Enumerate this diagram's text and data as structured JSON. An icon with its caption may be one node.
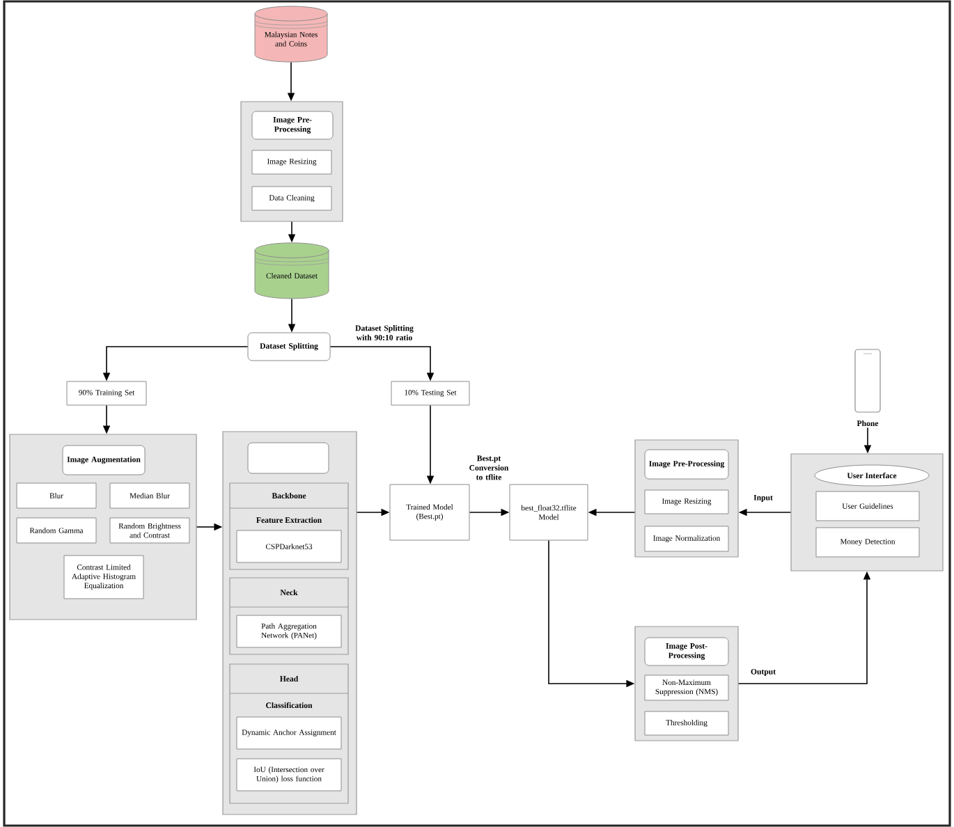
{
  "diagram": {
    "nodes": [
      {
        "text": [
          "Malaysian Notes and Coins"
        ]
      },
      {
        "text": [],
        "shape": "box"
      },
      {
        "text": [
          "Image Pre-Processing"
        ],
        "in": 1
      },
      {
        "text": [
          "Image Resizing"
        ],
        "in": 1
      },
      {
        "text": [
          "Data Cleaning"
        ],
        "in": 1
      },
      {
        "text": [
          "Cleaned Dataset"
        ]
      },
      {
        "text": [
          "Dataset Splitting"
        ]
      },
      {
        "text": [
          "90% Training Set"
        ]
      },
      {
        "text": [
          "10% Testing Set"
        ]
      },
      {
        "text": [],
        "shape": "box"
      },
      {
        "text": [
          "Image Augmentation"
        ],
        "in": 9
      },
      {
        "text": [
          "Blur"
        ],
        "in": 9
      },
      {
        "text": [
          "Median Blur"
        ],
        "in": 9
      },
      {
        "text": [
          "Random Gamma"
        ],
        "in": 9
      },
      {
        "text": [
          "Random Brightness and Contrast"
        ],
        "in": 9
      },
      {
        "text": [
          "Contrast Limited Adaptive Histogram Equalization"
        ],
        "in": 9
      },
      {
        "text": [],
        "shape": "box"
      },
      {
        "text": [],
        "shape": "box",
        "in": 16
      },
      {
        "text": [
          "Backbone",
          "Feature Extraction"
        ],
        "in": 16
      },
      {
        "text": [
          "CSPDarknet53"
        ],
        "in": 18
      },
      {
        "text": [
          "Neck"
        ],
        "in": 16
      },
      {
        "text": [
          "Path Aggregation Network (PANet)"
        ],
        "in": 20
      },
      {
        "text": [
          "Head",
          "Classification"
        ],
        "in": 16
      },
      {
        "text": [
          "Dynamic Anchor Assignment"
        ],
        "in": 22
      },
      {
        "text": [
          "IoU (Intersection over Union) loss function"
        ],
        "in": 22
      },
      {
        "text": [
          "Trained Model (Best.pt)"
        ]
      },
      {
        "text": [
          "best_float32.tflite Model"
        ]
      },
      {
        "text": [],
        "shape": "box"
      },
      {
        "text": [
          "Image Pre-Processing"
        ],
        "in": 27
      },
      {
        "text": [
          "Image Resizing"
        ],
        "in": 27
      },
      {
        "text": [
          "Image Normalization"
        ],
        "in": 27
      },
      {
        "text": [],
        "shape": "box"
      },
      {
        "text": [
          "Image Post-Processing"
        ],
        "in": 31
      },
      {
        "text": [
          "Non-Maximum Suppression (NMS)"
        ],
        "in": 31
      },
      {
        "text": [
          "Thresholding"
        ],
        "in": 31
      },
      {
        "text": [],
        "shape": "box"
      },
      {
        "text": [
          "User Interface"
        ],
        "in": 35
      },
      {
        "text": [
          "User Guidelines"
        ],
        "in": 35
      },
      {
        "text": [
          "Money Detection"
        ],
        "in": 35
      },
      {
        "text": [],
        "shape": "phone",
        "beside": [
          "Phone"
        ]
      }
    ],
    "edges": [
      {
        "from": 0,
        "to": 1,
        "arrow": "to"
      },
      {
        "from": 1,
        "to": 5,
        "arrow": "to"
      },
      {
        "from": 5,
        "to": 6,
        "arrow": "to"
      },
      {
        "from": 6,
        "to": 7,
        "arrow": "to"
      },
      {
        "from": 6,
        "to": 8,
        "arrow": "to",
        "label": "Dataset Splitting with 90:10 ratio"
      },
      {
        "from": 7,
        "to": 9,
        "arrow": "to"
      },
      {
        "from": 9,
        "to": 16,
        "arrow": "to"
      },
      {
        "from": 16,
        "to": 25,
        "arrow": "to"
      },
      {
        "from": 8,
        "to": 25,
        "arrow": "to"
      },
      {
        "from": 25,
        "to": 26,
        "arrow": "to",
        "label": "Best.pt Conversion to tflite"
      },
      {
        "from": 39,
        "to": 35,
        "arrow": "to"
      },
      {
        "from": 35,
        "to": 27,
        "arrow": "to",
        "label": "Input"
      },
      {
        "from": 27,
        "to": 26,
        "arrow": "to"
      },
      {
        "from": 26,
        "to": 31,
        "arrow": "to"
      },
      {
        "from": 31,
        "to": 35,
        "arrow": "to",
        "label": "Output"
      }
    ]
  }
}
